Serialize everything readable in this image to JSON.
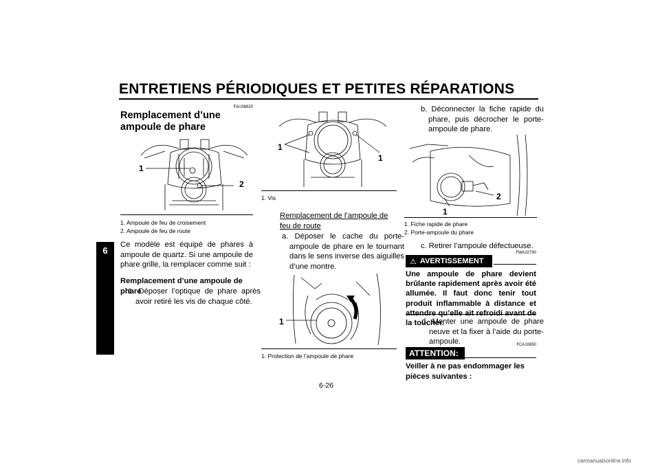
{
  "page": {
    "title": "ENTRETIENS PÉRIODIQUES ET PETITES RÉPARATIONS",
    "tab_number": "6",
    "page_number": "6-26",
    "footer": "carmanualsonline.info"
  },
  "col1": {
    "code": "FAU36820",
    "heading": "Remplacement d’une ampoule de phare",
    "fig_labels": [
      "1",
      "2"
    ],
    "captions": [
      "1. Ampoule de feu de croisement",
      "2. Ampoule de feu de route"
    ],
    "intro": "Ce modèle est équipé de phares à ampoule de quartz. Si une ampoule de phare grille, la remplacer comme suit :",
    "subheading": "Remplacement d’une ampoule de phare",
    "step1": "1. Déposer l’optique de phare après avoir retiré les vis de chaque côté."
  },
  "col2": {
    "fig1_labels": [
      "1",
      "1"
    ],
    "fig1_caption": "1. Vis",
    "subheading": "Remplacement de l’ampoule de feu de route",
    "step_a": "a. Déposer le cache du porte-ampoule de phare en le tournant dans le sens inverse des aiguilles d’une montre.",
    "fig2_label": "1",
    "fig2_caption": "1. Protection de l’ampoule de phare"
  },
  "col3": {
    "step_b": "b. Déconnecter la fiche rapide du phare, puis décrocher le porte-ampoule de phare.",
    "fig_labels": [
      "1",
      "2"
    ],
    "captions": [
      "1. Fiche rapide de phare",
      "2. Porte-ampoule du phare"
    ],
    "step_c": "c. Retirer l’ampoule défectueuse.",
    "warn_code": "FWA10790",
    "warn_label": "AVERTISSEMENT",
    "warn_text": "Une ampoule de phare devient brûlante rapidement après avoir été allumée. Il faut donc tenir tout produit inflammable à distance et attendre qu’elle ait refroidi avant de la toucher.",
    "step_d": "d. Monter une ampoule de phare neuve et la fixer à l’aide du porte-ampoule.",
    "attn_code": "FCA10650",
    "attn_label": "ATTENTION:",
    "attn_text": "Veiller à ne pas endommager les pièces suivantes :"
  }
}
